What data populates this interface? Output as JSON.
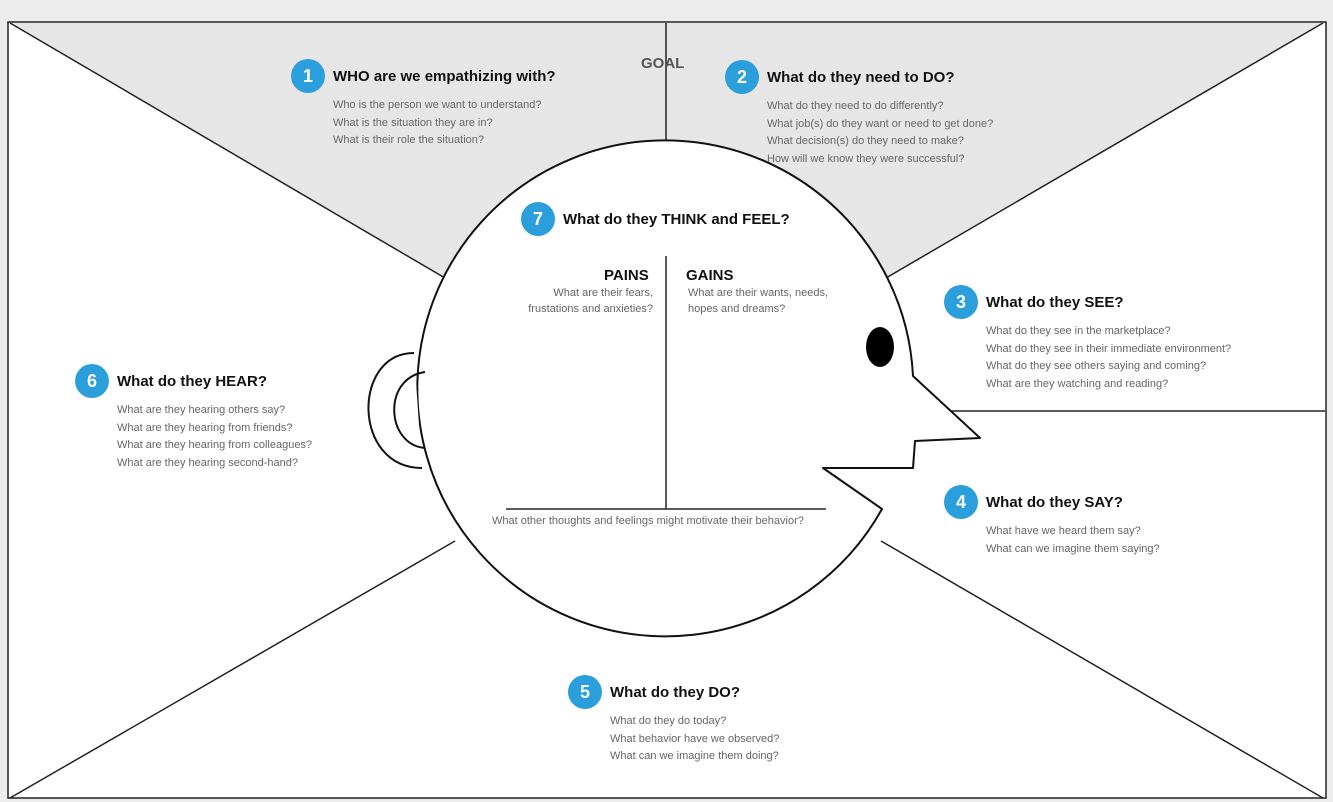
{
  "goal_label": "GOAL",
  "sections": {
    "who": {
      "number": "1",
      "title": "WHO are we empathizing with?",
      "questions": [
        "Who is the person we want to understand?",
        "What is the situation they are in?",
        "What is their role the situation?"
      ]
    },
    "need_to_do": {
      "number": "2",
      "title": "What do they need to DO?",
      "questions": [
        "What do they need to do differently?",
        "What job(s) do they want or need to get done?",
        "What decision(s) do they need to make?",
        "How will we know they were successful?"
      ]
    },
    "see": {
      "number": "3",
      "title": "What do they SEE?",
      "questions": [
        "What do they see in the marketplace?",
        "What do they see in their immediate environment?",
        "What do they see others saying and coming?",
        "What are they watching and reading?"
      ]
    },
    "say": {
      "number": "4",
      "title": "What do they SAY?",
      "questions": [
        "What have we heard them say?",
        "What can we imagine them saying?"
      ]
    },
    "do": {
      "number": "5",
      "title": "What do they DO?",
      "questions": [
        "What do they do today?",
        "What behavior have we observed?",
        "What can we imagine them doing?"
      ]
    },
    "hear": {
      "number": "6",
      "title": "What do they HEAR?",
      "questions": [
        "What are they hearing others say?",
        "What are they hearing from friends?",
        "What are they hearing from colleagues?",
        "What are they hearing second-hand?"
      ]
    },
    "think_feel": {
      "number": "7",
      "title": "What do they THINK and FEEL?"
    }
  },
  "pains": {
    "title": "PAINS",
    "line1": "What are their fears,",
    "line2": "frustations and anxieties?"
  },
  "gains": {
    "title": "GAINS",
    "line1": "What are their wants, needs,",
    "line2": "hopes and dreams?"
  },
  "bottom_question": "What other thoughts and feelings might motivate their behavior?",
  "colors": {
    "accent": "#2b9fdc",
    "goal_fill": "#e6e6e6",
    "line": "#111111"
  }
}
